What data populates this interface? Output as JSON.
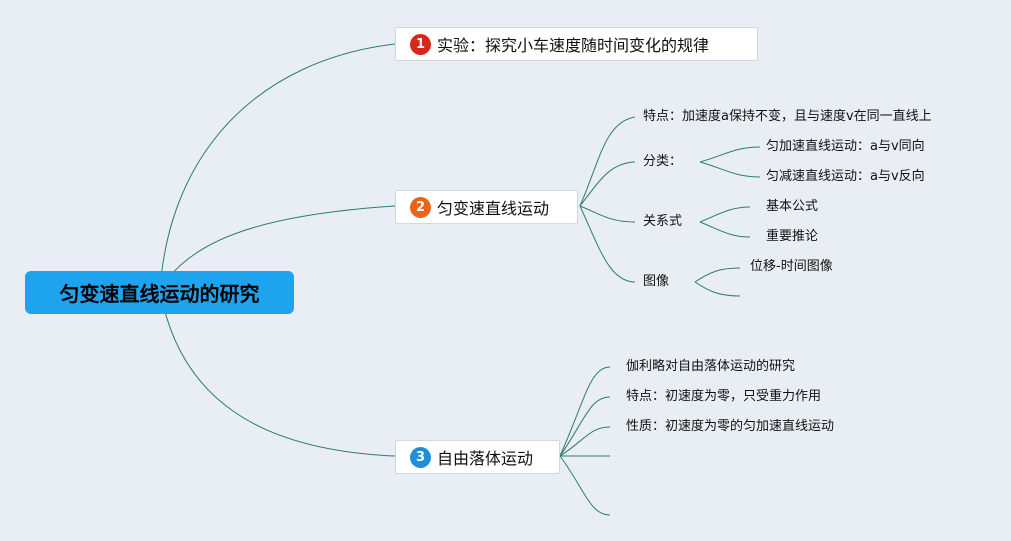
{
  "root": {
    "label": "匀变速直线运动的研究"
  },
  "colors": {
    "background": "#e8eef3",
    "root_fill": "#1ea3ee",
    "line": "#2e7d6a",
    "badge_1": "#d9261c",
    "badge_2": "#e8641b",
    "badge_3": "#1f8fd9"
  },
  "topics": [
    {
      "badge": "1",
      "label": "实验：探究小车速度随时间变化的规律"
    },
    {
      "badge": "2",
      "label": "匀变速直线运动"
    },
    {
      "badge": "3",
      "label": "自由落体运动"
    }
  ],
  "topic2": {
    "features": "特点：加速度a保持不变，且与速度v在同一直线上",
    "classify": "分类：",
    "classify_children": [
      "匀加速直线运动：a与v同向",
      "匀减速直线运动：a与v反向"
    ],
    "relations": "关系式",
    "relations_children": [
      "基本公式",
      "重要推论"
    ],
    "graphs": "图像",
    "graphs_children": [
      "位移-时间图像"
    ]
  },
  "topic3": {
    "children": [
      "伽利略对自由落体运动的研究",
      "特点：初速度为零，只受重力作用",
      "性质：初速度为零的匀加速直线运动"
    ]
  }
}
